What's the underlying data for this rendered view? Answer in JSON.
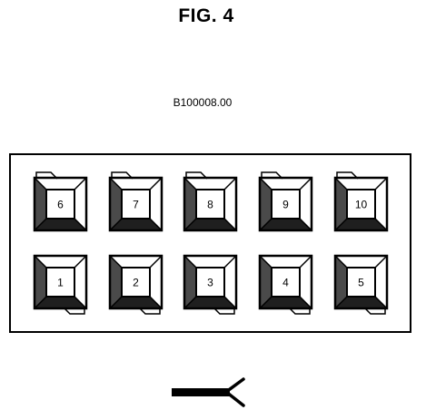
{
  "figure": {
    "title": "FIG. 4",
    "reference": "B100008.00"
  },
  "connector": {
    "rows": [
      [
        "6",
        "7",
        "8",
        "9",
        "10"
      ],
      [
        "1",
        "2",
        "3",
        "4",
        "5"
      ]
    ],
    "line_color": "#000000",
    "background": "#ffffff"
  },
  "icons": {
    "cavity_icon": "terminal-cavity-icon",
    "harness_icon": "harness-direction-arrow-icon"
  }
}
